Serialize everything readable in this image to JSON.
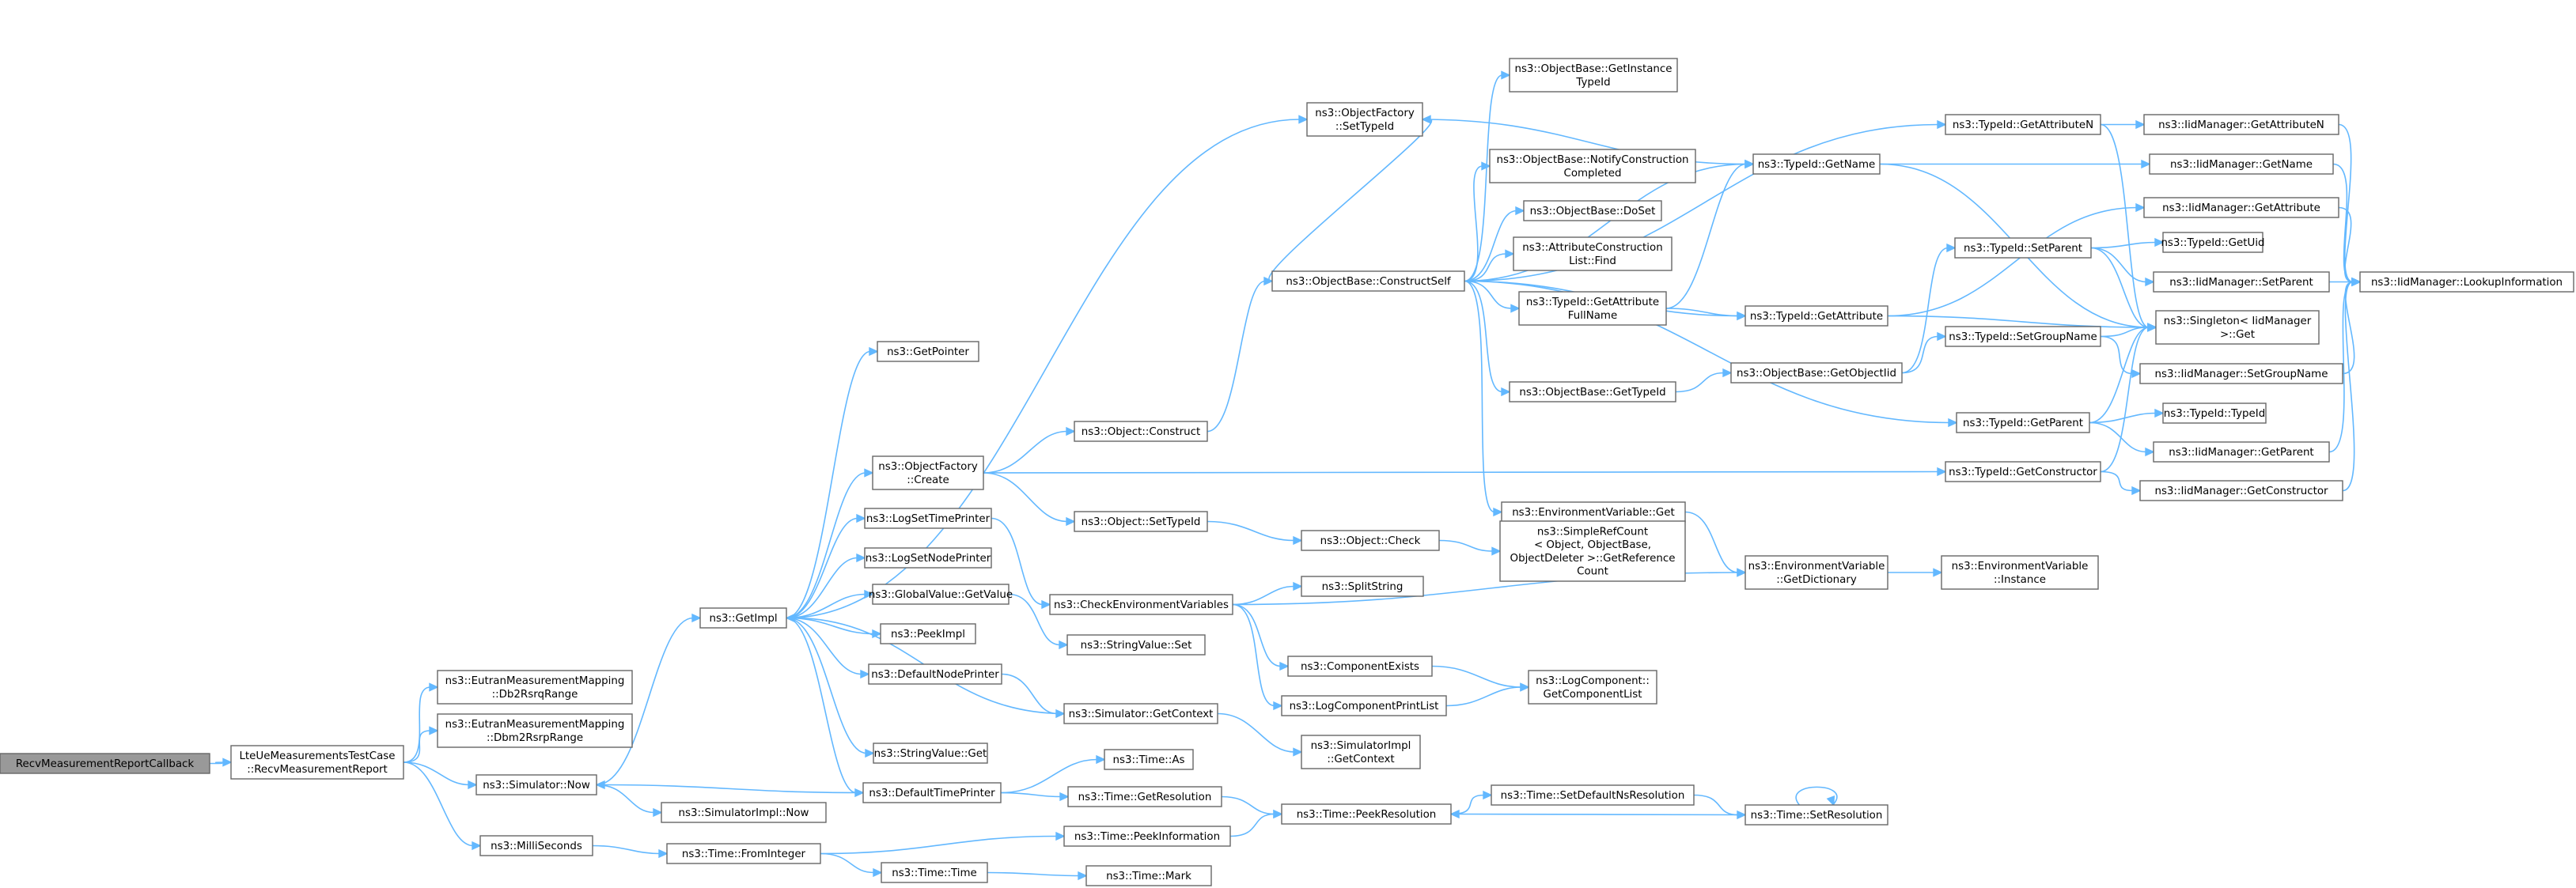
{
  "colors": {
    "edge": "#63b8ff",
    "node_border": "#666666",
    "root_fill": "#999999",
    "node_fill": "#ffffff"
  },
  "nodes": [
    {
      "id": "root",
      "lines": [
        "RecvMeasurementReportCallback"
      ],
      "root": true
    },
    {
      "id": "recv",
      "lines": [
        "LteUeMeasurementsTestCase",
        "::RecvMeasurementReport"
      ]
    },
    {
      "id": "db2rsrq",
      "lines": [
        "ns3::EutranMeasurementMapping",
        "::Db2RsrqRange"
      ]
    },
    {
      "id": "dbm2rsrp",
      "lines": [
        "ns3::EutranMeasurementMapping",
        "::Dbm2RsrpRange"
      ]
    },
    {
      "id": "simnow",
      "lines": [
        "ns3::Simulator::Now"
      ]
    },
    {
      "id": "millis",
      "lines": [
        "ns3::MilliSeconds"
      ]
    },
    {
      "id": "getimpl",
      "lines": [
        "ns3::GetImpl"
      ]
    },
    {
      "id": "simimplnow",
      "lines": [
        "ns3::SimulatorImpl::Now"
      ]
    },
    {
      "id": "frominteger",
      "lines": [
        "ns3::Time::FromInteger"
      ]
    },
    {
      "id": "getpointer",
      "lines": [
        "ns3::GetPointer"
      ]
    },
    {
      "id": "ofcreate",
      "lines": [
        "ns3::ObjectFactory",
        "::Create"
      ]
    },
    {
      "id": "logsettime",
      "lines": [
        "ns3::LogSetTimePrinter"
      ]
    },
    {
      "id": "logsetnode",
      "lines": [
        "ns3::LogSetNodePrinter"
      ]
    },
    {
      "id": "gvgetvalue",
      "lines": [
        "ns3::GlobalValue::GetValue"
      ]
    },
    {
      "id": "peekimpl",
      "lines": [
        "ns3::PeekImpl"
      ]
    },
    {
      "id": "defnodeprinter",
      "lines": [
        "ns3::DefaultNodePrinter"
      ]
    },
    {
      "id": "strvalget",
      "lines": [
        "ns3::StringValue::Get"
      ]
    },
    {
      "id": "deftimeprinter",
      "lines": [
        "ns3::DefaultTimePrinter"
      ]
    },
    {
      "id": "timetime",
      "lines": [
        "ns3::Time::Time"
      ]
    },
    {
      "id": "ofsettypeid",
      "lines": [
        "ns3::ObjectFactory",
        "::SetTypeId"
      ]
    },
    {
      "id": "objconstruct",
      "lines": [
        "ns3::Object::Construct"
      ]
    },
    {
      "id": "objsettypeid",
      "lines": [
        "ns3::Object::SetTypeId"
      ]
    },
    {
      "id": "checkenv",
      "lines": [
        "ns3::CheckEnvironmentVariables"
      ]
    },
    {
      "id": "strvalset",
      "lines": [
        "ns3::StringValue::Set"
      ]
    },
    {
      "id": "simgetctx",
      "lines": [
        "ns3::Simulator::GetContext"
      ]
    },
    {
      "id": "timeas",
      "lines": [
        "ns3::Time::As"
      ]
    },
    {
      "id": "timegetres",
      "lines": [
        "ns3::Time::GetResolution"
      ]
    },
    {
      "id": "timepeekinfo",
      "lines": [
        "ns3::Time::PeekInformation"
      ]
    },
    {
      "id": "timemark",
      "lines": [
        "ns3::Time::Mark"
      ]
    },
    {
      "id": "obconstructself",
      "lines": [
        "ns3::ObjectBase::ConstructSelf"
      ]
    },
    {
      "id": "objcheck",
      "lines": [
        "ns3::Object::Check"
      ]
    },
    {
      "id": "splitstring",
      "lines": [
        "ns3::SplitString"
      ]
    },
    {
      "id": "compexists",
      "lines": [
        "ns3::ComponentExists"
      ]
    },
    {
      "id": "logcompprint",
      "lines": [
        "ns3::LogComponentPrintList"
      ]
    },
    {
      "id": "simimplgetctx",
      "lines": [
        "ns3::SimulatorImpl",
        "::GetContext"
      ]
    },
    {
      "id": "timepeekres",
      "lines": [
        "ns3::Time::PeekResolution"
      ]
    },
    {
      "id": "obgetinstance",
      "lines": [
        "ns3::ObjectBase::GetInstance",
        "TypeId"
      ]
    },
    {
      "id": "obnotify",
      "lines": [
        "ns3::ObjectBase::NotifyConstruction",
        "Completed"
      ]
    },
    {
      "id": "obdoset",
      "lines": [
        "ns3::ObjectBase::DoSet"
      ]
    },
    {
      "id": "attrlistfind",
      "lines": [
        "ns3::AttributeConstruction",
        "List::Find"
      ]
    },
    {
      "id": "tidgetattrfull",
      "lines": [
        "ns3::TypeId::GetAttribute",
        "FullName"
      ]
    },
    {
      "id": "obgettypeid",
      "lines": [
        "ns3::ObjectBase::GetTypeId"
      ]
    },
    {
      "id": "envget",
      "lines": [
        "ns3::EnvironmentVariable::Get"
      ]
    },
    {
      "id": "simplerefcount",
      "lines": [
        "ns3::SimpleRefCount",
        "< Object, ObjectBase,",
        "ObjectDeleter >::GetReference",
        "Count"
      ]
    },
    {
      "id": "logcompgetlist",
      "lines": [
        "ns3::LogComponent::",
        "GetComponentList"
      ]
    },
    {
      "id": "timesetdefns",
      "lines": [
        "ns3::Time::SetDefaultNsResolution"
      ]
    },
    {
      "id": "tidgetname",
      "lines": [
        "ns3::TypeId::GetName"
      ]
    },
    {
      "id": "tidgetattr",
      "lines": [
        "ns3::TypeId::GetAttribute"
      ]
    },
    {
      "id": "obgetobjectiid",
      "lines": [
        "ns3::ObjectBase::GetObjectIid"
      ]
    },
    {
      "id": "envgetdict",
      "lines": [
        "ns3::EnvironmentVariable",
        "::GetDictionary"
      ]
    },
    {
      "id": "timesetres",
      "lines": [
        "ns3::Time::SetResolution"
      ]
    },
    {
      "id": "tidgetattrn",
      "lines": [
        "ns3::TypeId::GetAttributeN"
      ]
    },
    {
      "id": "tidsetparent",
      "lines": [
        "ns3::TypeId::SetParent"
      ]
    },
    {
      "id": "tidsetgroup",
      "lines": [
        "ns3::TypeId::SetGroupName"
      ]
    },
    {
      "id": "tidgetparent",
      "lines": [
        "ns3::TypeId::GetParent"
      ]
    },
    {
      "id": "tidgetctor",
      "lines": [
        "ns3::TypeId::GetConstructor"
      ]
    },
    {
      "id": "envinstance",
      "lines": [
        "ns3::EnvironmentVariable",
        "::Instance"
      ]
    },
    {
      "id": "iidgetattrn",
      "lines": [
        "ns3::IidManager::GetAttributeN"
      ]
    },
    {
      "id": "iidgetname",
      "lines": [
        "ns3::IidManager::GetName"
      ]
    },
    {
      "id": "iidgetattr",
      "lines": [
        "ns3::IidManager::GetAttribute"
      ]
    },
    {
      "id": "tidgetuid",
      "lines": [
        "ns3::TypeId::GetUid"
      ]
    },
    {
      "id": "iidsetparent",
      "lines": [
        "ns3::IidManager::SetParent"
      ]
    },
    {
      "id": "singleton",
      "lines": [
        "ns3::Singleton< IidManager",
        ">::Get"
      ]
    },
    {
      "id": "iidsetgroup",
      "lines": [
        "ns3::IidManager::SetGroupName"
      ]
    },
    {
      "id": "tidtypeid",
      "lines": [
        "ns3::TypeId::TypeId"
      ]
    },
    {
      "id": "iidgetparent",
      "lines": [
        "ns3::IidManager::GetParent"
      ]
    },
    {
      "id": "iidgetctor",
      "lines": [
        "ns3::IidManager::GetConstructor"
      ]
    },
    {
      "id": "iidlookup",
      "lines": [
        "ns3::IidManager::LookupInformation"
      ]
    }
  ],
  "edges": [
    [
      "root",
      "recv"
    ],
    [
      "recv",
      "db2rsrq"
    ],
    [
      "recv",
      "dbm2rsrp"
    ],
    [
      "recv",
      "simnow"
    ],
    [
      "recv",
      "millis"
    ],
    [
      "simnow",
      "getimpl"
    ],
    [
      "simnow",
      "simimplnow"
    ],
    [
      "millis",
      "frominteger"
    ],
    [
      "getimpl",
      "getpointer"
    ],
    [
      "getimpl",
      "ofcreate"
    ],
    [
      "getimpl",
      "logsettime"
    ],
    [
      "getimpl",
      "logsetnode"
    ],
    [
      "getimpl",
      "gvgetvalue"
    ],
    [
      "getimpl",
      "peekimpl"
    ],
    [
      "getimpl",
      "defnodeprinter"
    ],
    [
      "getimpl",
      "strvalget"
    ],
    [
      "getimpl",
      "deftimeprinter"
    ],
    [
      "getimpl",
      "ofsettypeid"
    ],
    [
      "frominteger",
      "timepeekinfo"
    ],
    [
      "frominteger",
      "timetime"
    ],
    [
      "timetime",
      "timemark"
    ],
    [
      "deftimeprinter",
      "simnow"
    ],
    [
      "deftimeprinter",
      "timeas"
    ],
    [
      "deftimeprinter",
      "timegetres"
    ],
    [
      "defnodeprinter",
      "simgetctx"
    ],
    [
      "simgetctx",
      "getimpl"
    ],
    [
      "simgetctx",
      "simimplgetctx"
    ],
    [
      "ofcreate",
      "objconstruct"
    ],
    [
      "ofcreate",
      "objsettypeid"
    ],
    [
      "ofcreate",
      "tidgetctor"
    ],
    [
      "objconstruct",
      "obconstructself"
    ],
    [
      "objsettypeid",
      "objcheck"
    ],
    [
      "objcheck",
      "simplerefcount"
    ],
    [
      "logsettime",
      "checkenv"
    ],
    [
      "gvgetvalue",
      "strvalset"
    ],
    [
      "checkenv",
      "splitstring"
    ],
    [
      "checkenv",
      "compexists"
    ],
    [
      "checkenv",
      "logcompprint"
    ],
    [
      "checkenv",
      "envgetdict"
    ],
    [
      "compexists",
      "logcompgetlist"
    ],
    [
      "logcompprint",
      "logcompgetlist"
    ],
    [
      "timegetres",
      "timepeekres"
    ],
    [
      "timepeekinfo",
      "timepeekres"
    ],
    [
      "timepeekres",
      "timesetdefns"
    ],
    [
      "timesetdefns",
      "timesetres"
    ],
    [
      "timesetres",
      "timepeekres"
    ],
    [
      "timesetres",
      "timesetres"
    ],
    [
      "ofsettypeid",
      "tidgetname"
    ],
    [
      "obconstructself",
      "ofsettypeid"
    ],
    [
      "obconstructself",
      "obgetinstance"
    ],
    [
      "obconstructself",
      "tidgetname"
    ],
    [
      "obconstructself",
      "obnotify"
    ],
    [
      "obconstructself",
      "obdoset"
    ],
    [
      "obconstructself",
      "attrlistfind"
    ],
    [
      "obconstructself",
      "tidgetattrfull"
    ],
    [
      "obconstructself",
      "tidgetattr"
    ],
    [
      "obconstructself",
      "obgettypeid"
    ],
    [
      "obconstructself",
      "tidgetparent"
    ],
    [
      "obconstructself",
      "envget"
    ],
    [
      "obconstructself",
      "tidgetattrn"
    ],
    [
      "tidgetattrfull",
      "tidgetname"
    ],
    [
      "tidgetattrfull",
      "tidgetattr"
    ],
    [
      "obgettypeid",
      "obgetobjectiid"
    ],
    [
      "obgetobjectiid",
      "tidsetparent"
    ],
    [
      "obgetobjectiid",
      "tidsetgroup"
    ],
    [
      "envget",
      "envgetdict"
    ],
    [
      "envgetdict",
      "envinstance"
    ],
    [
      "tidgetname",
      "iidgetname"
    ],
    [
      "tidgetname",
      "singleton"
    ],
    [
      "tidgetattr",
      "iidgetattr"
    ],
    [
      "tidgetattr",
      "singleton"
    ],
    [
      "tidgetattrn",
      "iidgetattrn"
    ],
    [
      "tidgetattrn",
      "singleton"
    ],
    [
      "tidsetparent",
      "tidgetuid"
    ],
    [
      "tidsetparent",
      "iidsetparent"
    ],
    [
      "tidsetparent",
      "singleton"
    ],
    [
      "tidsetgroup",
      "iidsetgroup"
    ],
    [
      "tidsetgroup",
      "singleton"
    ],
    [
      "tidgetparent",
      "tidtypeid"
    ],
    [
      "tidgetparent",
      "iidgetparent"
    ],
    [
      "tidgetparent",
      "singleton"
    ],
    [
      "tidgetctor",
      "iidgetctor"
    ],
    [
      "tidgetctor",
      "singleton"
    ],
    [
      "iidgetattrn",
      "iidlookup"
    ],
    [
      "iidgetname",
      "iidlookup"
    ],
    [
      "iidgetattr",
      "iidlookup"
    ],
    [
      "iidsetparent",
      "iidlookup"
    ],
    [
      "iidsetgroup",
      "iidlookup"
    ],
    [
      "iidgetparent",
      "iidlookup"
    ],
    [
      "iidgetctor",
      "iidlookup"
    ]
  ]
}
